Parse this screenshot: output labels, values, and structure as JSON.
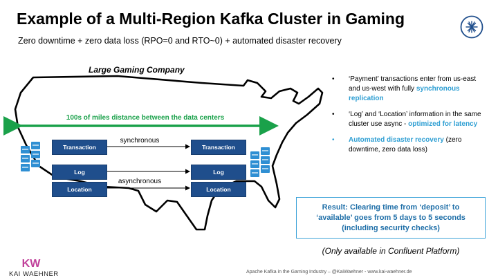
{
  "header": {
    "title": "Example of a Multi-Region Kafka Cluster in Gaming",
    "subtitle": "Zero downtime + zero data loss (RPO=0 and RTO~0) + automated disaster recovery"
  },
  "diagram": {
    "company_label": "Large Gaming Company",
    "distance_label": "100s of miles distance between the data centers",
    "left_boxes": [
      "Transaction",
      "Log",
      "Location"
    ],
    "right_boxes": [
      "Transaction",
      "Log",
      "Location"
    ],
    "sync_label": "synchronous",
    "async_label": "asynchronous",
    "arrow_color": "#1aa14a",
    "box_color": "#1f4e8c",
    "server_color": "#2f8fd3"
  },
  "bullets": {
    "b1_plain": "‘Payment’ transactions enter from us-east and us-west with fully ",
    "b1_highlight": "synchronous replication",
    "b2_plain": "‘Log’ and ‘Location’ information in the same cluster use async - ",
    "b2_highlight": "optimized for latency",
    "b3_highlight": "Automated disaster recovery",
    "b3_plain": " (zero downtime, zero data loss)",
    "dot": "•"
  },
  "result": {
    "line1": "Result: Clearing time from ‘deposit’ to",
    "line2": "‘available’ goes from 5 days to 5 seconds",
    "line3": "(including security checks)"
  },
  "availability_note": "(Only available in Confluent Platform)",
  "footer": {
    "text": "Apache Kafka in the Gaming Industry – @KaiWaehner - www.kai-waehner.de",
    "brand": "KAI WAEHNER",
    "brand_mark": "KW"
  },
  "icons": {
    "logo": "confluent-logo-icon",
    "server": "server-rack-icon"
  }
}
